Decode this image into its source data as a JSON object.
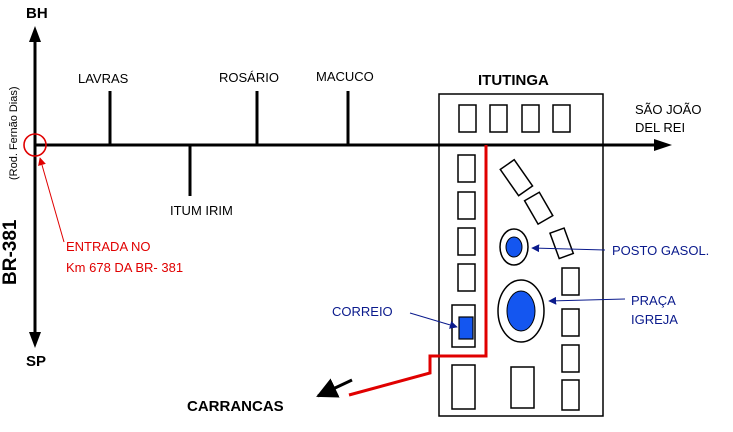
{
  "labels": {
    "north": "BH",
    "south": "SP",
    "highway": "BR-381",
    "highway_name": "(Rod. Fernão Dias)",
    "lavras": "LAVRAS",
    "rosario": "ROSÁRIO",
    "macuco": "MACUCO",
    "itum_irim": "ITUM IRIM",
    "itutinga": "ITUTINGA",
    "sao_joao_1": "SÃO JOÃO",
    "sao_joao_2": "DEL REI",
    "entrada_1": "ENTRADA NO",
    "entrada_2": "Km 678 DA BR- 381",
    "posto": "POSTO GASOL.",
    "praca_1": "PRAÇA",
    "praca_2": "IGREJA",
    "correio": "CORREIO",
    "carrancas": "CARRANCAS"
  },
  "colors": {
    "route": "#e00000",
    "landmark": "#0a1a8c",
    "landmark_fill": "#1456f0",
    "road": "#000000"
  }
}
